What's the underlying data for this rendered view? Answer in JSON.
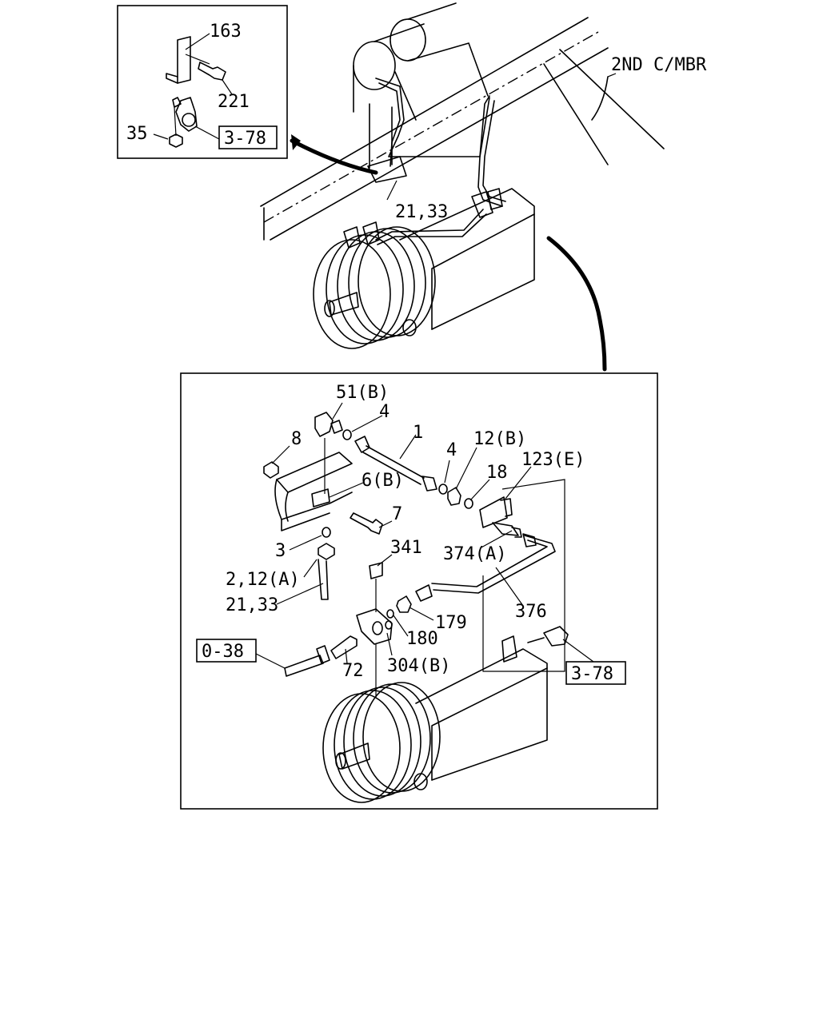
{
  "diagram": {
    "callouts": {
      "c163": "163",
      "c221": "221",
      "c35": "35",
      "ref_3_78_top": "3-78",
      "c2nd_cmbr": "2ND C/MBR",
      "c21_33_top": "21,33",
      "c51b": "51(B)",
      "c4a": "4",
      "c1": "1",
      "c8": "8",
      "c4b": "4",
      "c12b": "12(B)",
      "c123e": "123(E)",
      "c18": "18",
      "c6b": "6(B)",
      "c7": "7",
      "c374a": "374(A)",
      "c3": "3",
      "c341": "341",
      "c2_12a": "2,12(A)",
      "c21_33_bot": "21,33",
      "c376": "376",
      "c179": "179",
      "c180": "180",
      "ref_0_38": "0-38",
      "c72": "72",
      "c304b": "304(B)",
      "ref_3_78_bot": "3-78"
    }
  }
}
